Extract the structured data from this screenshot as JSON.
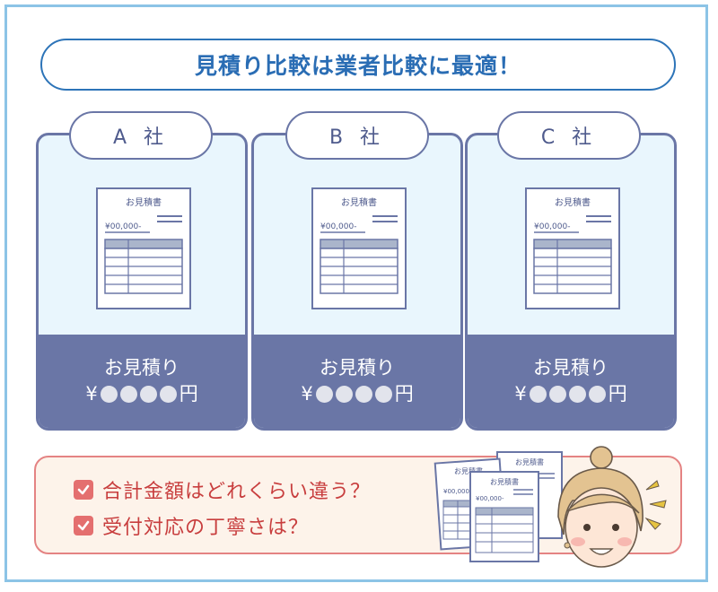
{
  "title": "見積り比較は業者比較に最適！",
  "companies": [
    {
      "tab": "A 社",
      "doc_title": "お見積書",
      "doc_amount": "¥00,000-",
      "label": "お見積り",
      "price_prefix": "¥",
      "price_suffix": "円"
    },
    {
      "tab": "B 社",
      "doc_title": "お見積書",
      "doc_amount": "¥00,000-",
      "label": "お見積り",
      "price_prefix": "¥",
      "price_suffix": "円"
    },
    {
      "tab": "C 社",
      "doc_title": "お見積書",
      "doc_amount": "¥00,000-",
      "label": "お見積り",
      "price_prefix": "¥",
      "price_suffix": "円"
    }
  ],
  "checklist": [
    {
      "text": "合計金額はどれくらい違う？"
    },
    {
      "text": "受付対応の丁寧さは？"
    }
  ],
  "illustration": {
    "doc_back_title": "お見積書",
    "doc_mid_title": "お見積書",
    "doc_front_title": "お見積書",
    "doc_mid_amount": "¥00,000-",
    "doc_front_amount": "¥00,000-"
  },
  "colors": {
    "frame": "#8cc4e6",
    "title": "#2a6db4",
    "card": "#6a76a6",
    "card_bg": "#e9f6fd",
    "check": "#e46f6f",
    "check_bg": "#fdf3ea"
  }
}
